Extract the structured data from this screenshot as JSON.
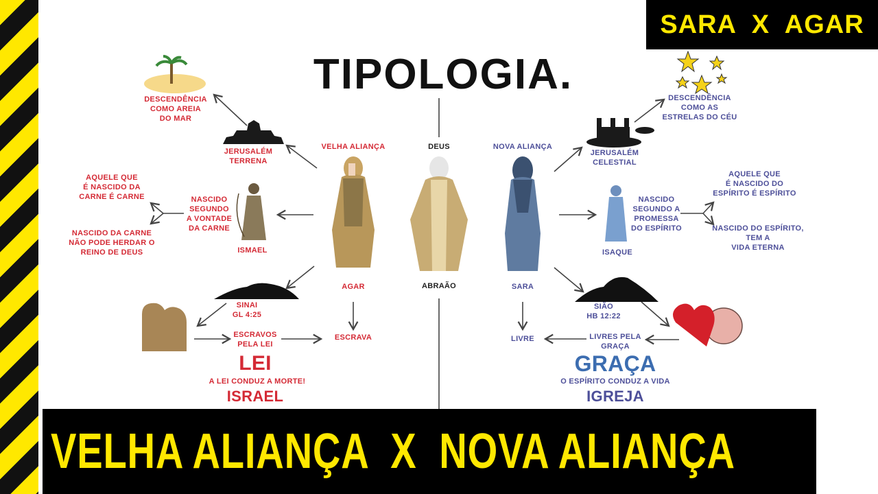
{
  "header": {
    "title": "TIPOLOGIA.",
    "badge": "SARA  X  AGAR"
  },
  "center": {
    "top": "DEUS",
    "bottom": "ABRAÃO"
  },
  "left": {
    "heading": "VELHA ALIANÇA",
    "figure": "AGAR",
    "slave": "ESCRAVA",
    "descendants": "DESCENDÊNCIA\nCOMO AREIA\nDO MAR",
    "city": "JERUSALÉM\nTERRENA",
    "born_flesh": "AQUELE QUE\nÉ NASCIDO DA\nCARNE É CARNE",
    "cannot_inherit": "NASCIDO DA CARNE\nNÃO PODE HERDAR O\nREINO DE DEUS",
    "born_will": "NASCIDO\nSEGUNDO\nA VONTADE\nDA CARNE",
    "son": "ISMAEL",
    "mountain": "SINAI\nGL 4:25",
    "slaves_law": "ESCRAVOS\nPELA LEI",
    "big": "LEI",
    "subtitle": "A LEI CONDUZ A MORTE!",
    "people": "ISRAEL",
    "color": "#d42a35"
  },
  "right": {
    "heading": "NOVA ALIANÇA",
    "figure": "SARA",
    "free": "LIVRE",
    "descendants": "DESCENDÊNCIA\nCOMO AS\nESTRELAS DO CÉU",
    "city": "JERUSALÉM\nCELESTIAL",
    "born_spirit": "AQUELE QUE\nÉ NASCIDO DO\nESPÍRITO É ESPÍRITO",
    "eternal_life": "NASCIDO DO ESPÍRITO,\nTEM A\nVIDA ETERNA",
    "born_promise": "NASCIDO\nSEGUNDO A\nPROMESSA\nDO ESPÍRITO",
    "son": "ISAQUE",
    "mountain": "SIÃO\nHB 12:22",
    "free_grace": "LIVRES PELA\nGRAÇA",
    "big": "GRAÇA",
    "subtitle": "O ESPÍRITO CONDUZ A VIDA",
    "people": "IGREJA",
    "color": "#4d4f99"
  },
  "banner": {
    "text": "VELHA ALIANÇA  X  NOVA ALIANÇA"
  },
  "colors": {
    "stripe_yellow": "#ffe800",
    "stripe_black": "#111111",
    "banner_text": "#ffe800"
  }
}
